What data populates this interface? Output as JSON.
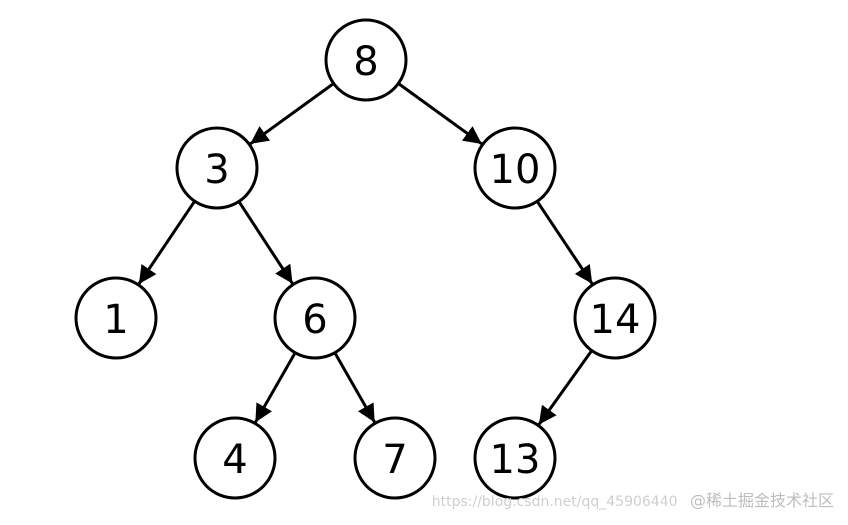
{
  "tree": {
    "nodes": [
      {
        "id": "n8",
        "label": "8"
      },
      {
        "id": "n3",
        "label": "3"
      },
      {
        "id": "n10",
        "label": "10"
      },
      {
        "id": "n1",
        "label": "1"
      },
      {
        "id": "n6",
        "label": "6"
      },
      {
        "id": "n14",
        "label": "14"
      },
      {
        "id": "n4",
        "label": "4"
      },
      {
        "id": "n7",
        "label": "7"
      },
      {
        "id": "n13",
        "label": "13"
      }
    ],
    "edges": [
      {
        "from": "n8",
        "to": "n3"
      },
      {
        "from": "n8",
        "to": "n10"
      },
      {
        "from": "n3",
        "to": "n1"
      },
      {
        "from": "n3",
        "to": "n6"
      },
      {
        "from": "n10",
        "to": "n14"
      },
      {
        "from": "n6",
        "to": "n4"
      },
      {
        "from": "n6",
        "to": "n7"
      },
      {
        "from": "n14",
        "to": "n13"
      }
    ]
  },
  "watermark": {
    "url": "https://blog.csdn.net/qq_45906440",
    "brand": "@稀土掘金技术社区"
  },
  "colors": {
    "stroke": "#000000",
    "fill": "#ffffff"
  }
}
